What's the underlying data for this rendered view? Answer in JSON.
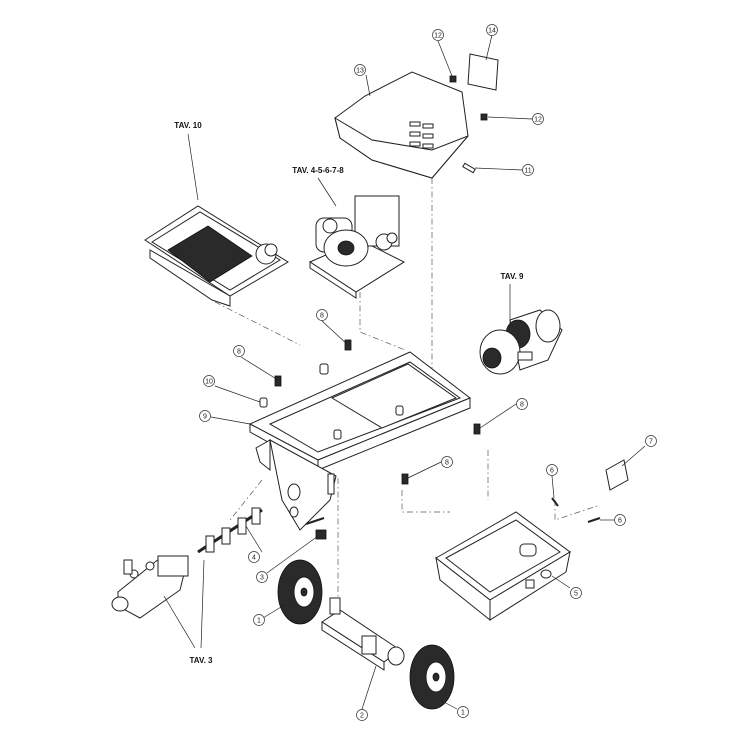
{
  "header_text": "",
  "callouts": [
    {
      "id": "c12a",
      "text": "12"
    },
    {
      "id": "c14",
      "text": "14"
    },
    {
      "id": "c13",
      "text": "13"
    },
    {
      "id": "c12b",
      "text": "12"
    },
    {
      "id": "c11",
      "text": "11"
    },
    {
      "id": "c8a",
      "text": "8"
    },
    {
      "id": "c8b",
      "text": "8"
    },
    {
      "id": "c10",
      "text": "10"
    },
    {
      "id": "c9",
      "text": "9"
    },
    {
      "id": "c8c",
      "text": "8"
    },
    {
      "id": "c8d",
      "text": "8"
    },
    {
      "id": "c7",
      "text": "7"
    },
    {
      "id": "c6a",
      "text": "6"
    },
    {
      "id": "c6b",
      "text": "6"
    },
    {
      "id": "c5",
      "text": "5"
    },
    {
      "id": "c4",
      "text": "4"
    },
    {
      "id": "c3",
      "text": "3"
    },
    {
      "id": "c1a",
      "text": "1"
    },
    {
      "id": "c2",
      "text": "2"
    },
    {
      "id": "c1b",
      "text": "1"
    }
  ],
  "table_refs": [
    {
      "id": "t10",
      "text": "TAV. 10"
    },
    {
      "id": "t4",
      "text": "TAV. 4-5-6-7-8"
    },
    {
      "id": "t9",
      "text": "TAV. 9"
    },
    {
      "id": "t3",
      "text": "TAV. 3"
    }
  ]
}
